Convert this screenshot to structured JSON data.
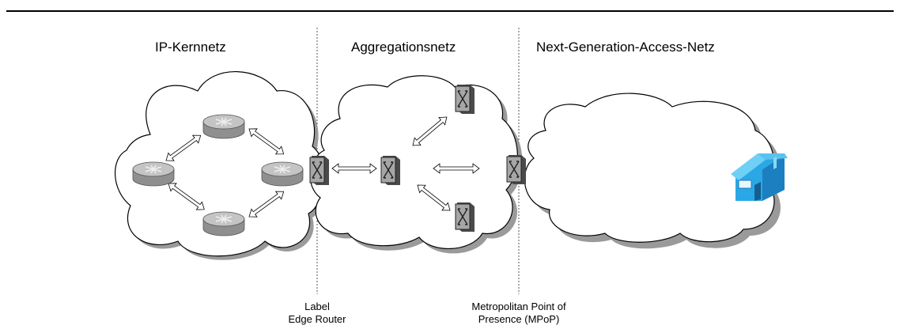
{
  "regions": {
    "core": "IP-Kernnetz",
    "aggregation": "Aggregationsnetz",
    "access": "Next-Generation-Access-Netz"
  },
  "boundaries": {
    "ler_line1": "Label",
    "ler_line2": "Edge Router",
    "mpop_line1": "Metropolitan Point of",
    "mpop_line2": "Presence (MPoP)"
  },
  "colors": {
    "house": "#29a8e8",
    "router": "#b8b8b8",
    "switch": "#8c8c8c"
  },
  "icons": [
    "router-icon",
    "switch-icon",
    "house-icon"
  ]
}
